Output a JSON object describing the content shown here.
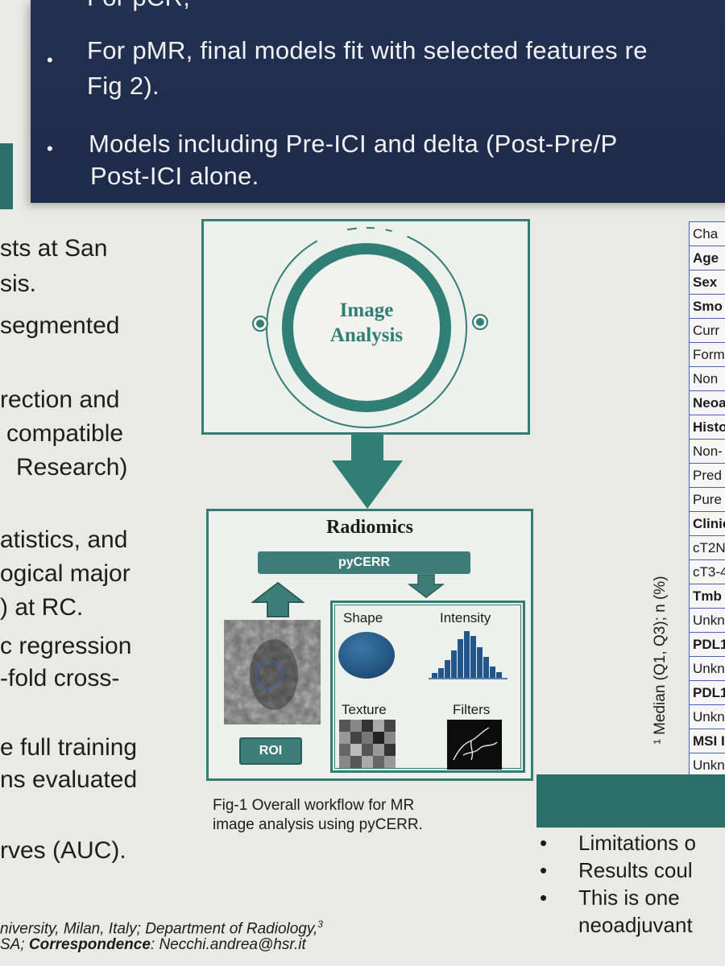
{
  "top_panel": {
    "partial_line": "For pCR,",
    "bullets": [
      {
        "line1": "For pMR, final models fit with selected features re",
        "line2": "Fig 2)."
      },
      {
        "line1": "Models including Pre-ICI and delta (Post-Pre/P",
        "line2": "Post-ICI alone."
      }
    ]
  },
  "left_column": {
    "lines": [
      "sts at San",
      "sis.",
      "segmented",
      "rection and",
      "compatible",
      "Research)",
      "atistics, and",
      "ogical major",
      ") at RC.",
      "c  regression",
      "-fold  cross-",
      "e full training",
      "ns  evaluated",
      "rves (AUC)."
    ]
  },
  "diagram": {
    "circle_title_line1": "Image",
    "circle_title_line2": "Analysis",
    "radiomics_title": "Radiomics",
    "pycerr_label": "pyCERR",
    "roi_label": "ROI",
    "features": {
      "shape": "Shape",
      "intensity": "Intensity",
      "texture": "Texture",
      "filters": "Filters"
    },
    "caption_line1": "Fig-1 Overall workflow for MR",
    "caption_line2": "image analysis using pyCERR.",
    "accent_color": "#2f7f74"
  },
  "table": {
    "footnote": "¹ Median (Q1, Q3); n (%)",
    "rows": [
      {
        "text": "Cha",
        "bold": false
      },
      {
        "text": "Age",
        "bold": true
      },
      {
        "text": "Sex",
        "bold": true
      },
      {
        "text": "Smo",
        "bold": true
      },
      {
        "text": "Curr",
        "bold": false
      },
      {
        "text": "Form",
        "bold": false
      },
      {
        "text": "Non",
        "bold": false
      },
      {
        "text": "Neoa",
        "bold": true
      },
      {
        "text": "Histo",
        "bold": true
      },
      {
        "text": "Non-",
        "bold": false
      },
      {
        "text": "Pred",
        "bold": false
      },
      {
        "text": "Pure",
        "bold": false
      },
      {
        "text": "Clinic",
        "bold": true
      },
      {
        "text": "cT2N",
        "bold": false
      },
      {
        "text": "cT3-4",
        "bold": false
      },
      {
        "text": "Tmb",
        "bold": true
      },
      {
        "text": "Unkn",
        "bold": false
      },
      {
        "text": "PDL1",
        "bold": true
      },
      {
        "text": "Unkn",
        "bold": false
      },
      {
        "text": "PDL1",
        "bold": true
      },
      {
        "text": "Unkn",
        "bold": false
      },
      {
        "text": "MSI I",
        "bold": true
      },
      {
        "text": "Unkno",
        "bold": false
      }
    ]
  },
  "right_bullets": [
    "Limitations o",
    "Results coul",
    "This is one",
    "neoadjuvant"
  ],
  "footer": {
    "line1": "niversity, Milan, Italy; Department of Radiology,",
    "line1_sup": "3",
    "line2_prefix": "SA; ",
    "line2_bold": "Correspondence",
    "line2_rest": ": Necchi.andrea@hsr.it"
  }
}
